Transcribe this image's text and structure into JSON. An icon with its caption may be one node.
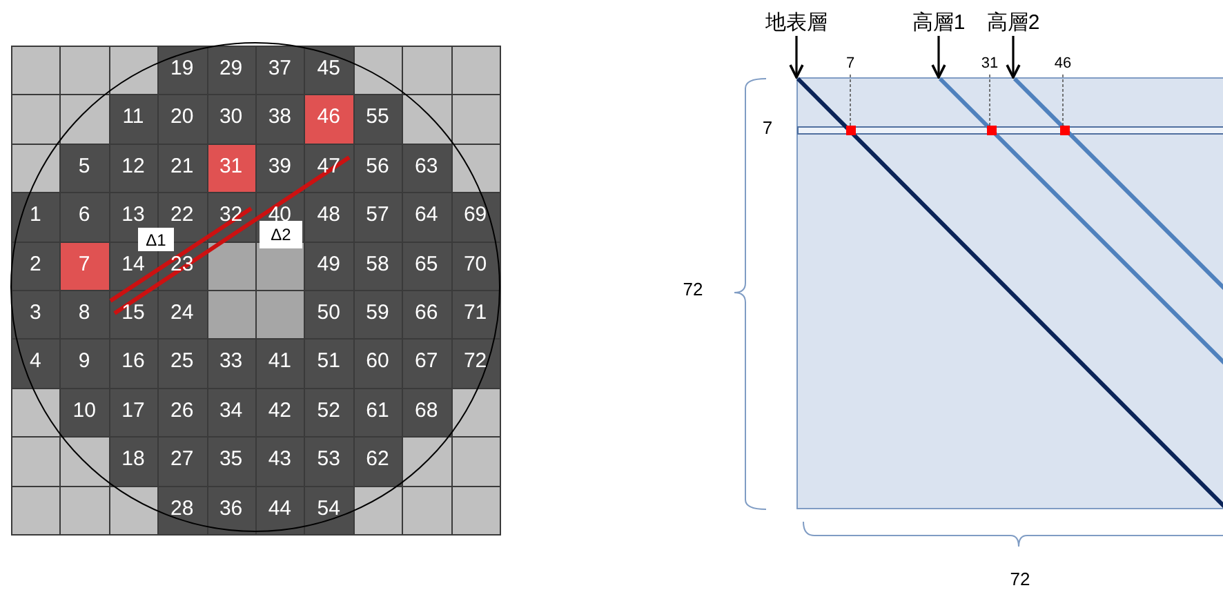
{
  "diagram": {
    "nodes": [
      {
        "text": [
          "Δ1"
        ]
      },
      {
        "text": [
          "Δ2"
        ]
      },
      {
        "text": [
          "地表層"
        ]
      },
      {
        "text": [
          "高層1"
        ]
      },
      {
        "text": [
          "高層2"
        ]
      },
      {
        "text": [
          "7"
        ]
      },
      {
        "text": [
          "31"
        ]
      },
      {
        "text": [
          "46"
        ]
      },
      {
        "text": [],
        "shape": "box"
      }
    ],
    "edges": [
      {
        "from": 2,
        "to": 8,
        "arrow": "to"
      },
      {
        "from": 3,
        "to": 8,
        "arrow": "to"
      },
      {
        "from": 4,
        "to": 8,
        "arrow": "to"
      },
      {
        "from": 5,
        "to": 8,
        "arrow": "none",
        "style": "dashed"
      },
      {
        "from": 6,
        "to": 8,
        "arrow": "none",
        "style": "dashed"
      },
      {
        "from": 7,
        "to": 8,
        "arrow": "none",
        "style": "dashed"
      }
    ],
    "labels": [
      "19",
      "29",
      "37",
      "45",
      "11",
      "20",
      "30",
      "38",
      "46",
      "55",
      "5",
      "12",
      "21",
      "31",
      "39",
      "47",
      "56",
      "63",
      "1",
      "6",
      "13",
      "22",
      "32",
      "40",
      "48",
      "57",
      "64",
      "69",
      "2",
      "7",
      "14",
      "23",
      "49",
      "58",
      "65",
      "70",
      "3",
      "8",
      "15",
      "24",
      "50",
      "59",
      "66",
      "71",
      "4",
      "9",
      "16",
      "25",
      "33",
      "41",
      "51",
      "60",
      "67",
      "72",
      "10",
      "17",
      "26",
      "34",
      "42",
      "52",
      "61",
      "68",
      "18",
      "27",
      "35",
      "43",
      "53",
      "62",
      "28",
      "36",
      "44",
      "54",
      "7",
      "72",
      "72"
    ]
  }
}
